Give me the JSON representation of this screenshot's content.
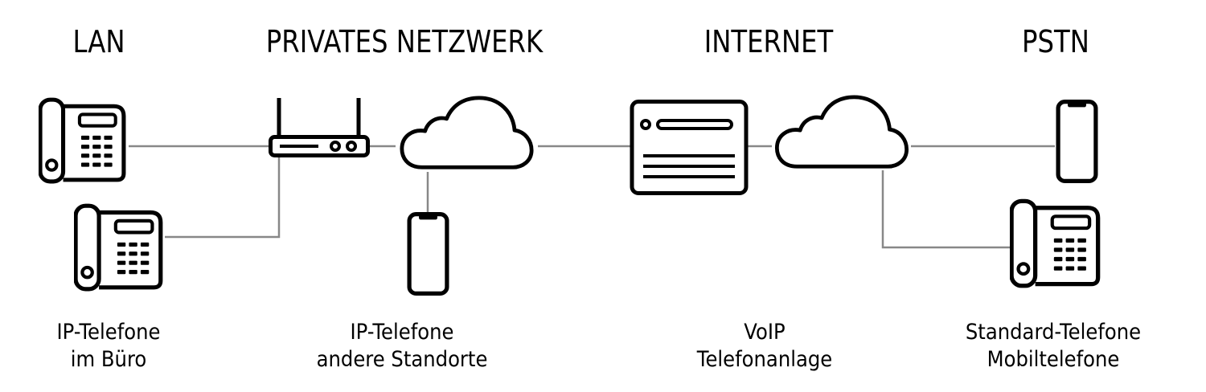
{
  "headings": {
    "lan": "LAN",
    "private_network": "PRIVATES NETZWERK",
    "internet": "INTERNET",
    "pstn": "PSTN"
  },
  "captions": {
    "lan": {
      "line1": "IP-Telefone",
      "line2": "im Büro"
    },
    "private_network": {
      "line1": "IP-Telefone",
      "line2": "andere Standorte"
    },
    "internet": {
      "line1": "VoIP",
      "line2": "Telefonanlage"
    },
    "pstn": {
      "line1": "Standard-Telefone",
      "line2": "Mobiltelefone"
    }
  },
  "icons": [
    "desk-phone-icon",
    "router-icon",
    "cloud-icon",
    "smartphone-icon",
    "pbx-server-icon"
  ],
  "colors": {
    "line": "#888888",
    "icon": "#000000",
    "background": "#ffffff"
  }
}
